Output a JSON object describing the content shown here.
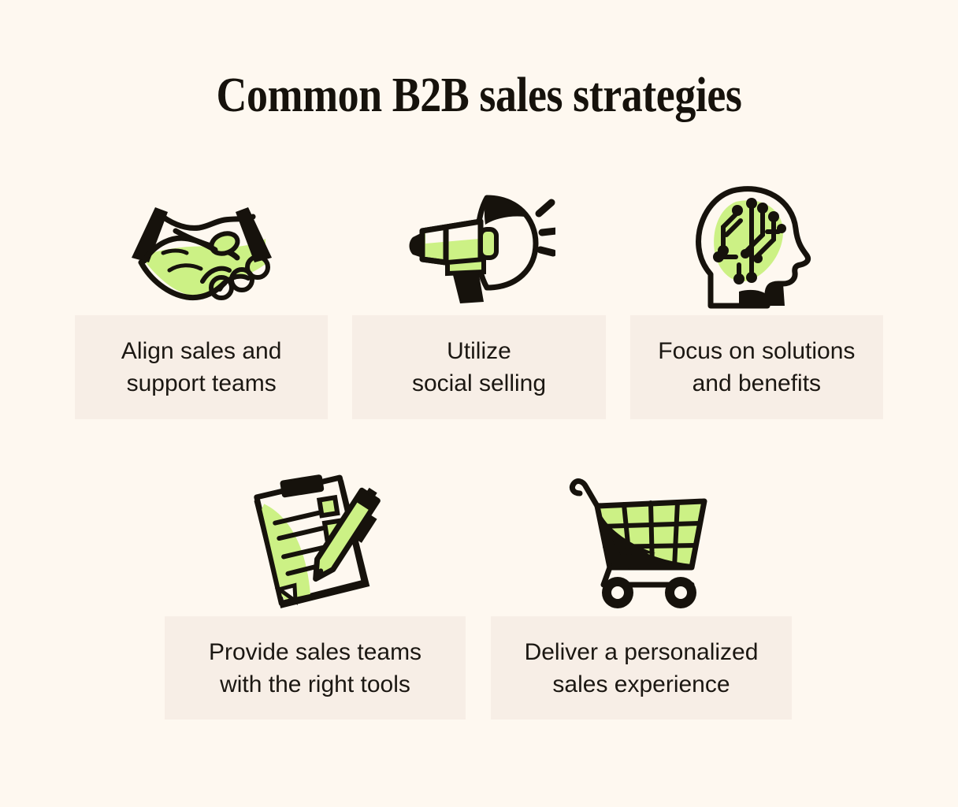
{
  "header": {
    "title": "Common B2B sales strategies"
  },
  "theme": {
    "page_background": "#FEF8F0",
    "card_background": "#F7EEE6",
    "accent_green": "#CCF185",
    "ink": "#16120C",
    "text": "#1B1712"
  },
  "rows": [
    {
      "name": "row-1",
      "cards": [
        {
          "icon": "handshake-icon",
          "label": "Align sales and\nsupport teams"
        },
        {
          "icon": "megaphone-icon",
          "label": "Utilize\nsocial selling"
        },
        {
          "icon": "brain-circuit-head-icon",
          "label": "Focus on solutions\nand benefits"
        }
      ]
    },
    {
      "name": "row-2",
      "cards": [
        {
          "icon": "clipboard-pen-icon",
          "label": "Provide sales teams\nwith the right tools"
        },
        {
          "icon": "shopping-cart-icon",
          "label": "Deliver a personalized\nsales experience"
        }
      ]
    }
  ]
}
